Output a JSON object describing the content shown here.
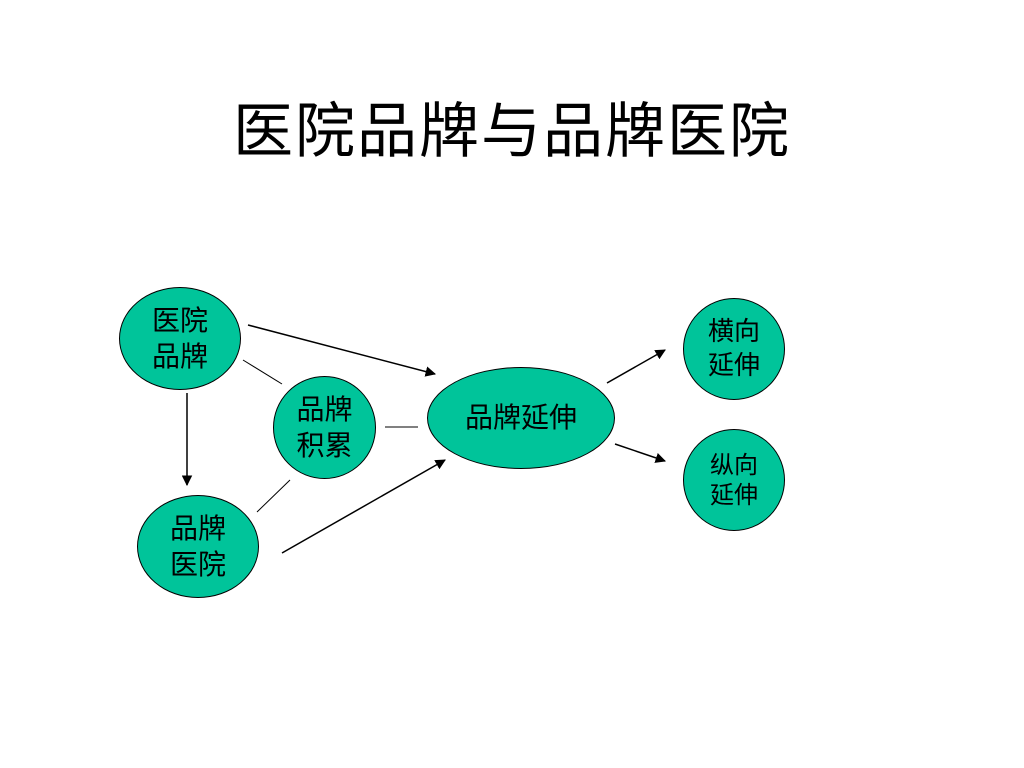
{
  "title": "医院品牌与品牌医院",
  "nodes": {
    "hospital_brand": {
      "line1": "医院",
      "line2": "品牌"
    },
    "brand_hospital": {
      "line1": "品牌",
      "line2": "医院"
    },
    "brand_accumulation": {
      "line1": "品牌",
      "line2": "积累"
    },
    "brand_extension": {
      "label": "品牌延伸"
    },
    "horizontal_extension": {
      "line1": "横向",
      "line2": "延伸"
    },
    "vertical_extension": {
      "line1": "纵向",
      "line2": "延伸"
    }
  },
  "colors": {
    "node_fill": "#00c49a",
    "line": "#000000"
  }
}
